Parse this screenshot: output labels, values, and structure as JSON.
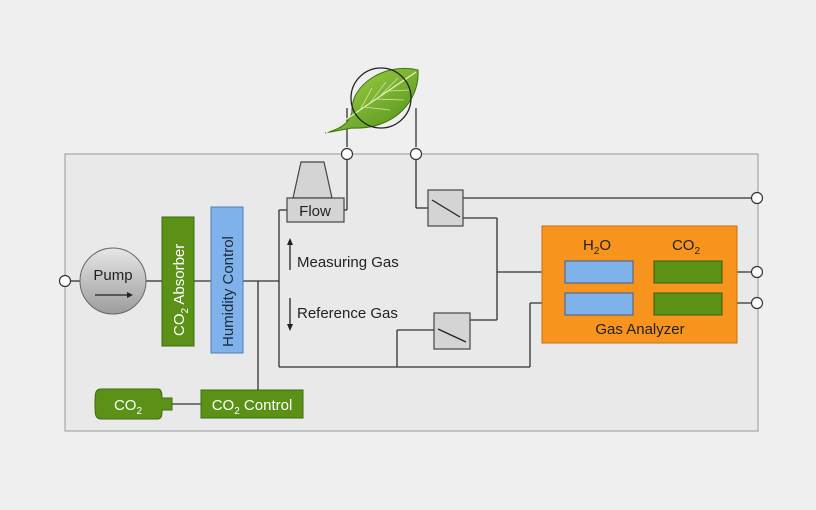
{
  "diagram": {
    "pump_label": "Pump",
    "co2_absorber_label": "CO",
    "co2_absorber_sub": "2",
    "co2_absorber_rest": " Absorber",
    "humidity_control_label": "Humidity Control",
    "flow_label": "Flow",
    "measuring_gas_label": "Measuring Gas",
    "reference_gas_label": "Reference Gas",
    "h2o_label_main": "H",
    "h2o_label_sub": "2",
    "h2o_label_rest": "O",
    "co2_label_main": "CO",
    "co2_label_sub": "2",
    "gas_analyzer_label": "Gas Analyzer",
    "cylinder_label_main": "CO",
    "cylinder_label_sub": "2",
    "co2_control_main": "CO",
    "co2_control_sub": "2",
    "co2_control_rest": " Control"
  },
  "colors": {
    "green": "#5a9116",
    "blue": "#7fb2ea",
    "orange": "#f7941d",
    "gray_box": "#d4d4d4",
    "panel": "#e9e9e9"
  }
}
